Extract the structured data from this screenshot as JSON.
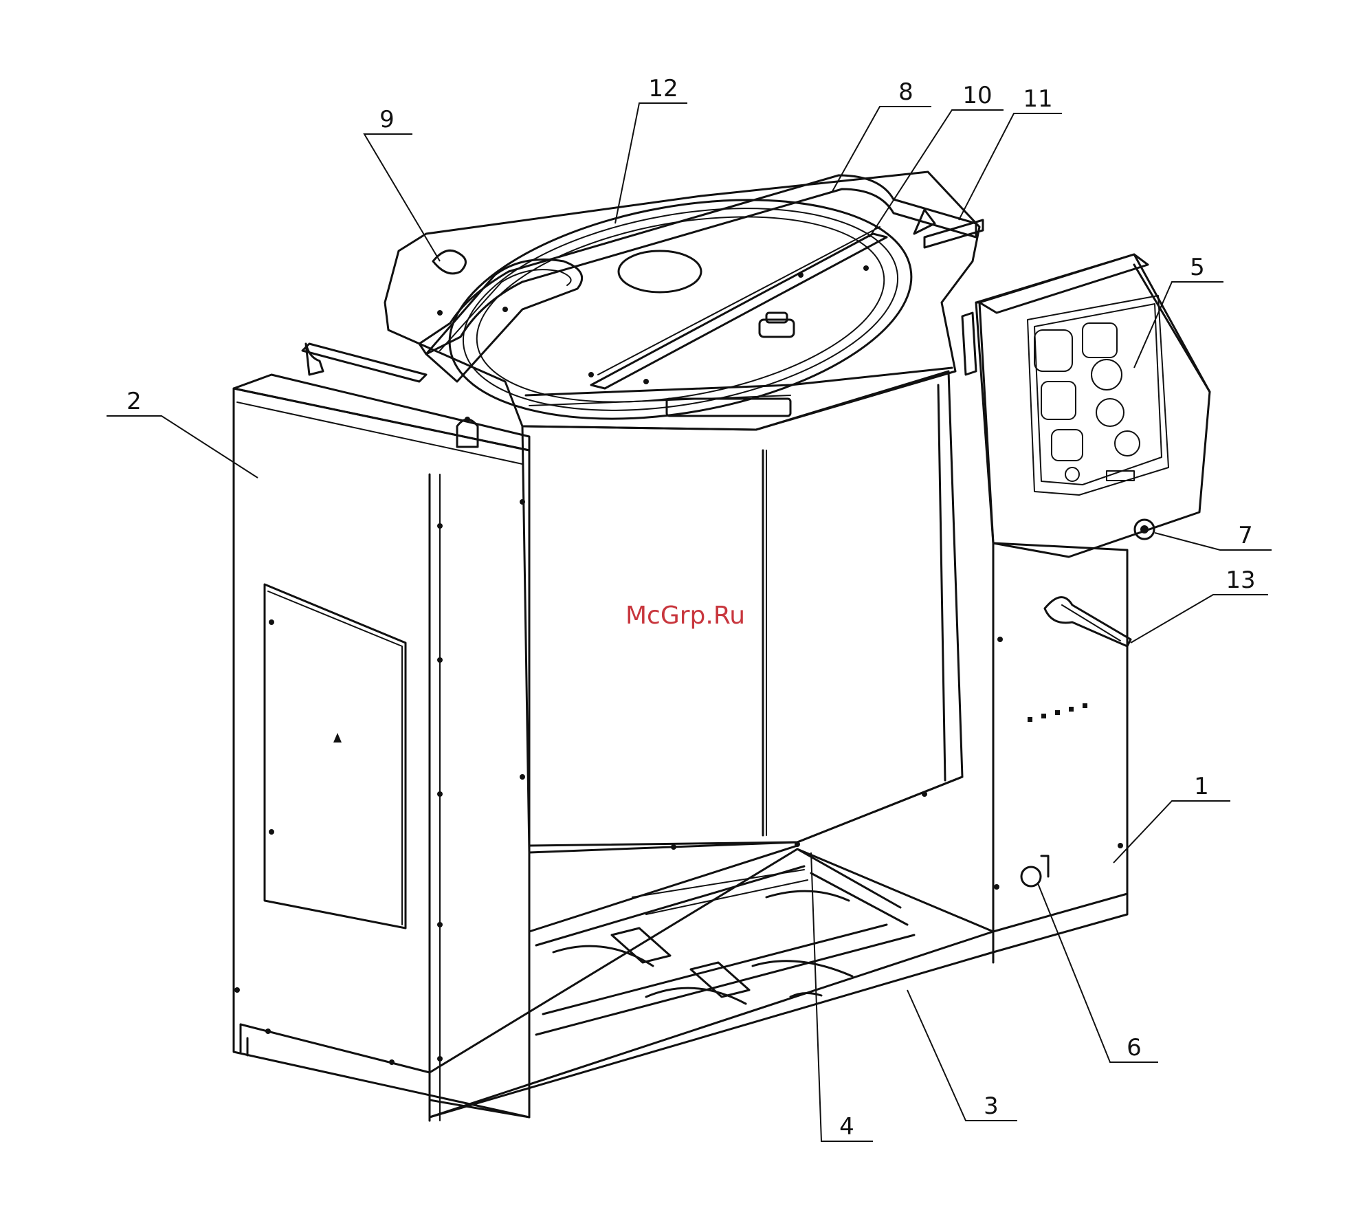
{
  "diagram": {
    "callouts": [
      {
        "id": "1",
        "label": "1"
      },
      {
        "id": "2",
        "label": "2"
      },
      {
        "id": "3",
        "label": "3"
      },
      {
        "id": "4",
        "label": "4"
      },
      {
        "id": "5",
        "label": "5"
      },
      {
        "id": "6",
        "label": "6"
      },
      {
        "id": "7",
        "label": "7"
      },
      {
        "id": "8",
        "label": "8"
      },
      {
        "id": "9",
        "label": "9"
      },
      {
        "id": "10",
        "label": "10"
      },
      {
        "id": "11",
        "label": "11"
      },
      {
        "id": "12",
        "label": "12"
      },
      {
        "id": "13",
        "label": "13"
      }
    ],
    "watermark": "McGrp.Ru",
    "colors": {
      "ink": "#111111",
      "watermark": "#c8363d",
      "background": "#ffffff"
    }
  }
}
